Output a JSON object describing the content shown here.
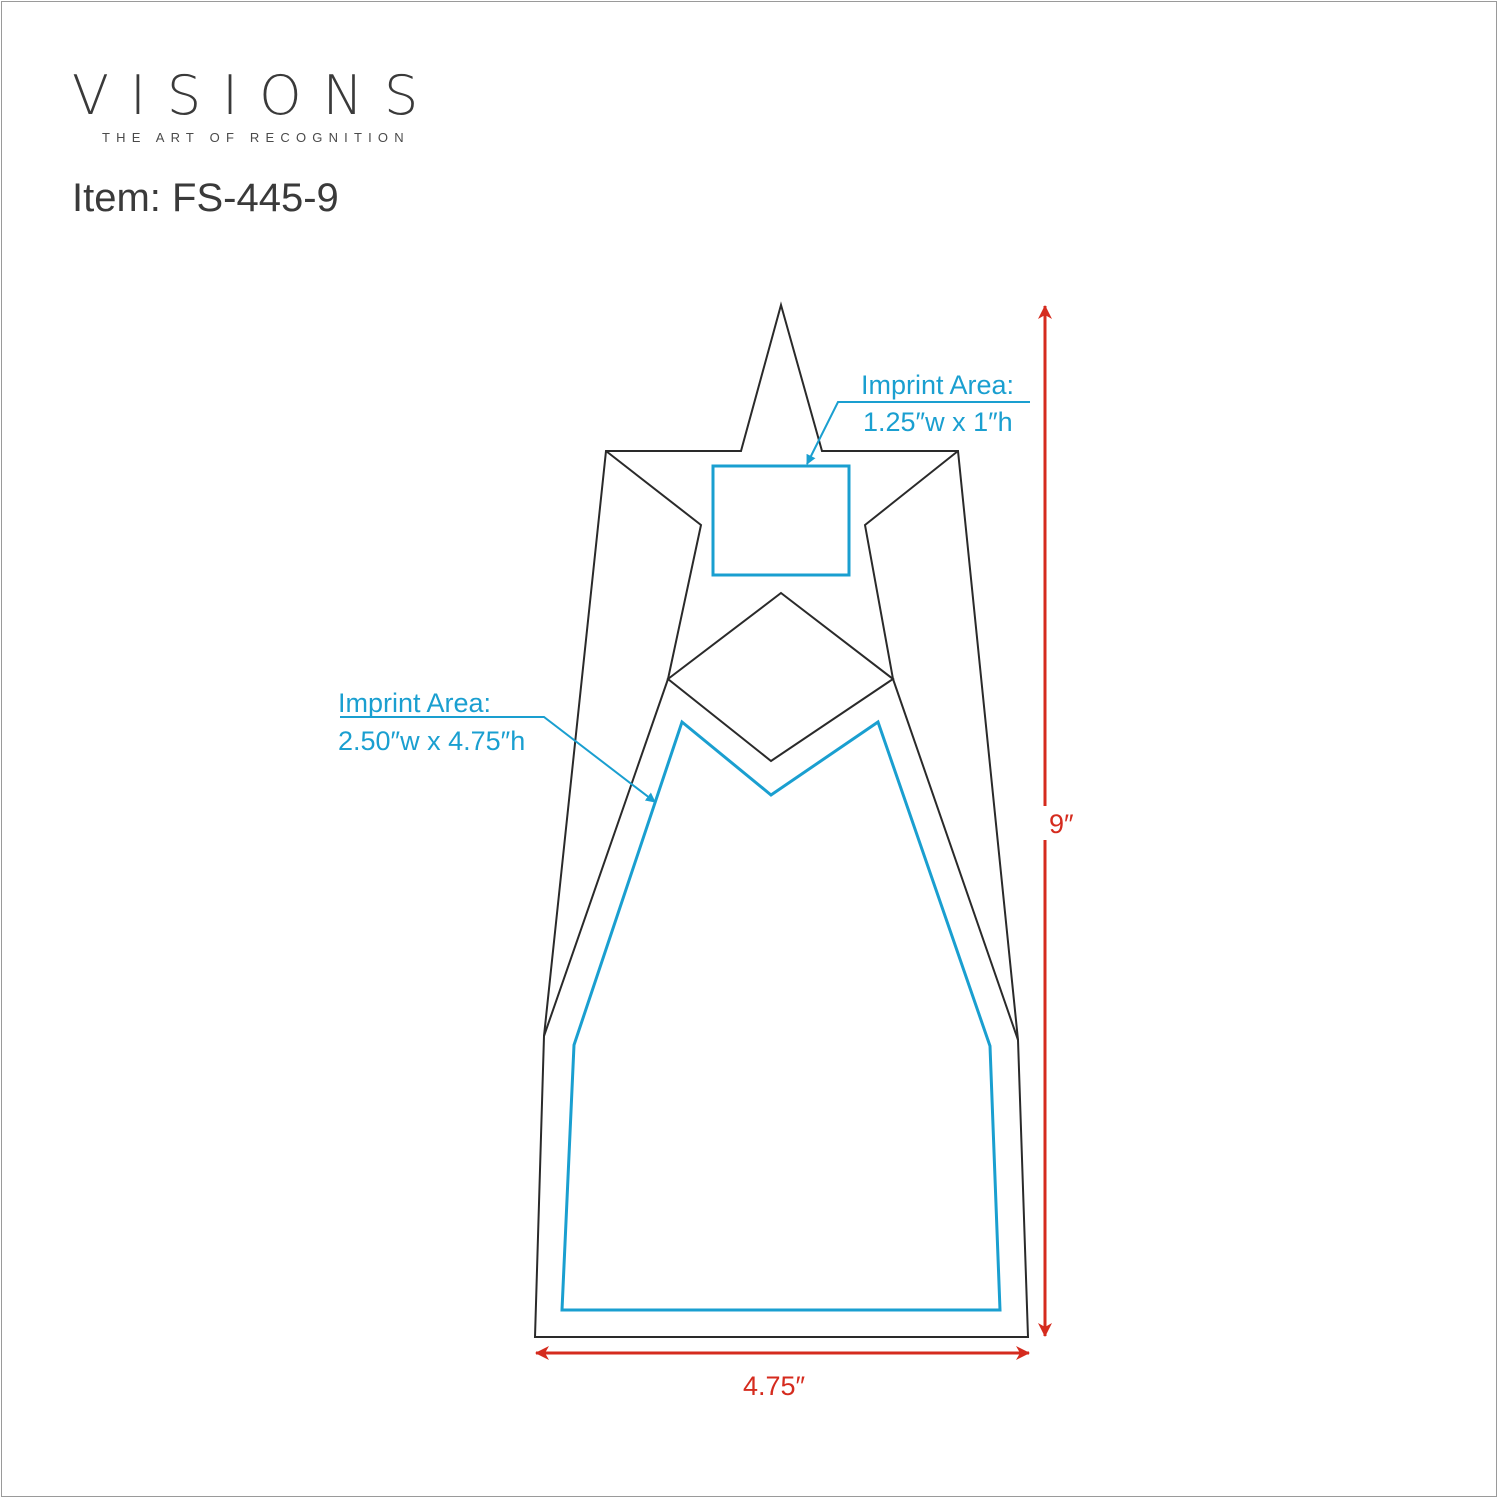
{
  "brand": {
    "name": "VISIONS",
    "tagline": "THE ART OF RECOGNITION"
  },
  "item": {
    "label": "Item: FS-445-9"
  },
  "imprint_areas": [
    {
      "title": "Imprint Area:",
      "size": "1.25″w x 1″h"
    },
    {
      "title": "Imprint Area:",
      "size": "2.50″w x 4.75″h"
    }
  ],
  "dimensions": {
    "height": "9″",
    "width": "4.75″"
  },
  "colors": {
    "outline": "#2a2a2a",
    "imprint": "#1a9fd0",
    "dimension": "#d52b1e"
  }
}
